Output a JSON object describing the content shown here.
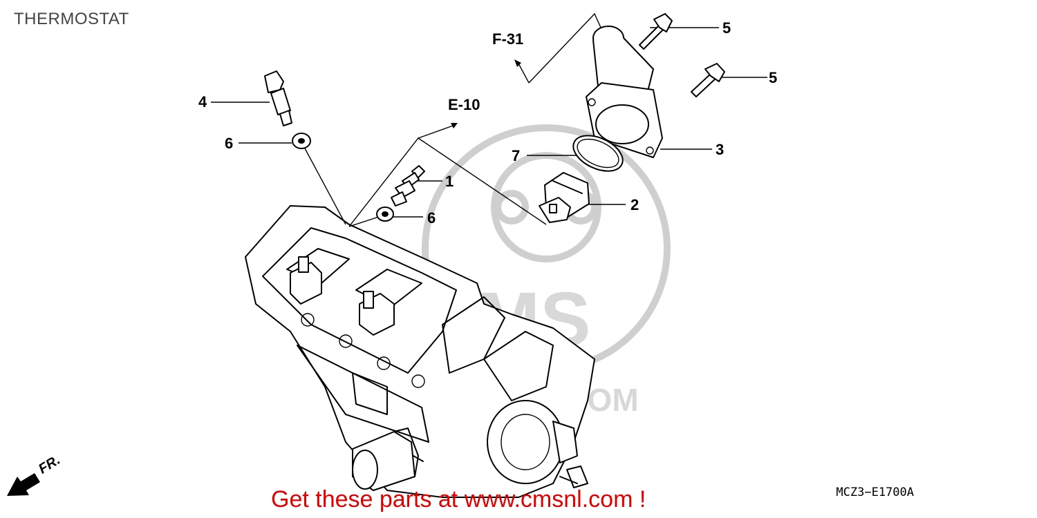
{
  "page": {
    "title": "THERMOSTAT",
    "diagram_code": "MCZ3−E1700A",
    "promo_text": "Get these parts at www.cmsnl.com !",
    "front_label": "FR."
  },
  "references": [
    {
      "id": "ref-f31",
      "text": "F-31"
    },
    {
      "id": "ref-e10",
      "text": "E-10"
    }
  ],
  "callouts": [
    {
      "id": "callout-5a",
      "number": "5"
    },
    {
      "id": "callout-5b",
      "number": "5"
    },
    {
      "id": "callout-4",
      "number": "4"
    },
    {
      "id": "callout-6a",
      "number": "6"
    },
    {
      "id": "callout-1",
      "number": "1"
    },
    {
      "id": "callout-6b",
      "number": "6"
    },
    {
      "id": "callout-7",
      "number": "7"
    },
    {
      "id": "callout-3",
      "number": "3"
    },
    {
      "id": "callout-2",
      "number": "2"
    }
  ],
  "watermark": {
    "brand": "CMS",
    "domain": "CMSNL.COM"
  }
}
